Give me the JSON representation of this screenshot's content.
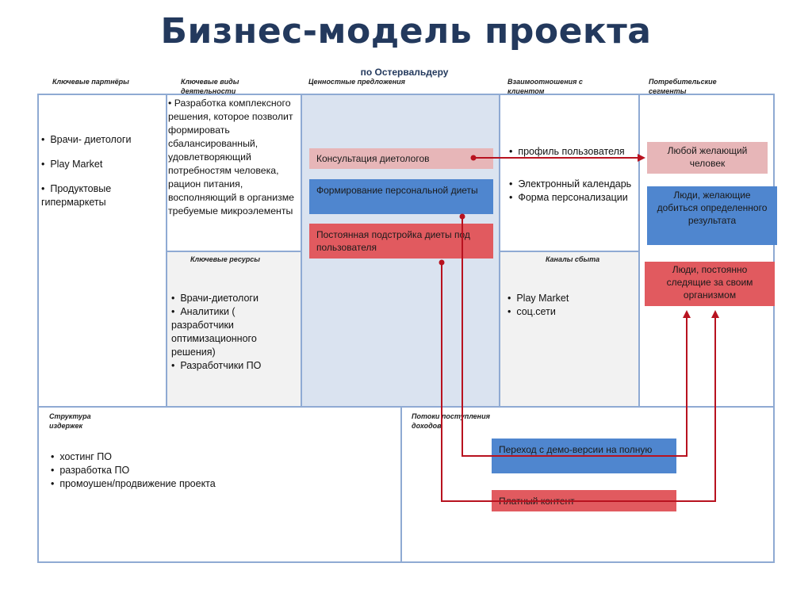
{
  "title": "Бизнес-модель проекта",
  "subtitle": "по Остервальдеру",
  "headers": {
    "key_partners": "Ключевые партнёры",
    "key_activities": "Ключевые виды деятельности",
    "value_propositions": "Ценностные предложения",
    "customer_relationships": "Взаимоотношения с клиентом",
    "customer_segments": "Потребительские сегменты",
    "key_resources": "Ключевые ресурсы",
    "channels": "Каналы сбыта",
    "cost_structure": "Структура издержек",
    "revenue_streams": "Потоки поступления доходов"
  },
  "key_partners": [
    "Врачи- диетологи",
    "Play Market",
    "Продуктовые гипермаркеты"
  ],
  "key_activities": [
    "Разработка комплексного решения, которое позволит формировать сбалансированный, удовлетворяющий потребностям человека, рацион питания, восполняющий в организме требуемые микроэлементы"
  ],
  "key_resources": [
    "Врачи-диетологи",
    "Аналитики ( разработчики оптимизационного решения)",
    "Разработчики ПО"
  ],
  "value_propositions": [
    "Консультация диетологов",
    "Формирование персональной диеты",
    "Постоянная подстройка диеты под пользователя"
  ],
  "customer_relationships": [
    "профиль пользователя",
    "Электронный календарь",
    "Форма персонализации"
  ],
  "channels": [
    "Play Market",
    "соц.сети"
  ],
  "customer_segments": [
    "Любой желающий человек",
    "Люди, желающие добиться определенного результата",
    "Люди, постоянно следящие за своим организмом"
  ],
  "cost_structure": [
    "хостинг ПО",
    "разработка ПО",
    "промоушен/продвижение проекта"
  ],
  "revenue_streams": [
    "Переход с демо-версии на полную",
    "Платный контент"
  ],
  "colors": {
    "title": "#23395d",
    "grid_border": "#8faad3",
    "value_column": "#dae3f0",
    "resource_cells": "#f2f2f2",
    "pink_box": "#e7b6b8",
    "blue_box": "#4f86cf",
    "red_box": "#e15a5f",
    "arrow": "#b8121f"
  }
}
